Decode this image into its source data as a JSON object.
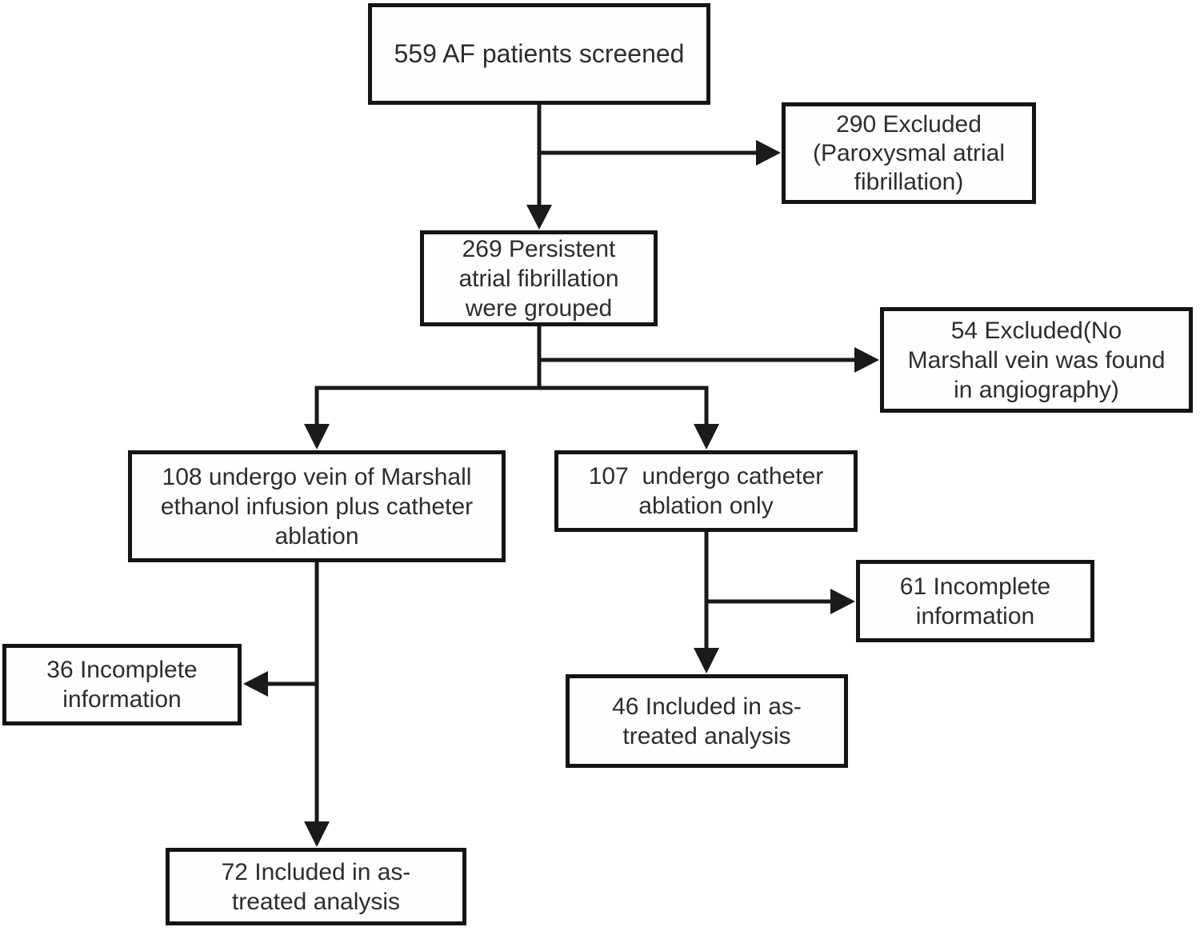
{
  "diagram": {
    "type": "flowchart",
    "nodes": {
      "screened": "559 AF patients screened",
      "excluded_paroxysmal": "290 Excluded\n(Paroxysmal atrial\nfibrillation)",
      "persistent": "269 Persistent\natrial fibrillation\nwere grouped",
      "excluded_no_marshall": "54 Excluded(No\nMarshall vein was found\nin angiography)",
      "vom_group": "108 undergo vein of Marshall\nethanol infusion plus catheter\nablation",
      "catheter_group": "107  undergo catheter\nablation only",
      "incomplete_61": "61 Incomplete\ninformation",
      "incomplete_36": "36 Incomplete\ninformation",
      "included_46": "46 Included in as-\ntreated analysis",
      "included_72": "72 Included in as-\ntreated analysis"
    },
    "edges": [
      {
        "from": "screened",
        "to": "excluded_paroxysmal"
      },
      {
        "from": "screened",
        "to": "persistent"
      },
      {
        "from": "persistent",
        "to": "excluded_no_marshall"
      },
      {
        "from": "persistent",
        "to": "vom_group"
      },
      {
        "from": "persistent",
        "to": "catheter_group"
      },
      {
        "from": "vom_group",
        "to": "incomplete_36"
      },
      {
        "from": "vom_group",
        "to": "included_72"
      },
      {
        "from": "catheter_group",
        "to": "incomplete_61"
      },
      {
        "from": "catheter_group",
        "to": "included_46"
      }
    ],
    "colors": {
      "line": "#1a1a1a",
      "box_border": "#141414",
      "text": "#2d2d2d",
      "background": "#ffffff"
    }
  }
}
